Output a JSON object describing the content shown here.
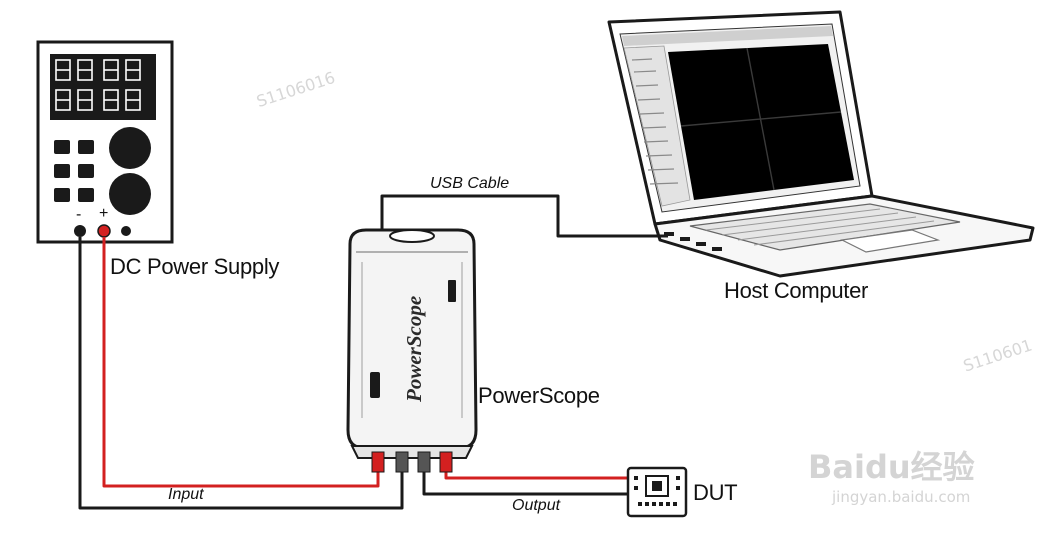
{
  "labels": {
    "power_supply": "DC Power Supply",
    "host": "Host Computer",
    "powerscope": "PowerScope",
    "dut": "DUT",
    "usb_cable": "USB Cable",
    "input": "Input",
    "output": "Output",
    "minus": "-",
    "plus": "+"
  },
  "device": {
    "brand_text": "PowerScope"
  },
  "watermarks": {
    "serial_top": "S1106016",
    "serial_right": "S110601",
    "baidu_logo": "Baidu经验",
    "baidu_url": "jingyan.baidu.com"
  },
  "colors": {
    "positive_wire": "#d32020",
    "negative_wire": "#1a1a1a",
    "outline": "#1a1a1a",
    "screen": "#000000"
  }
}
